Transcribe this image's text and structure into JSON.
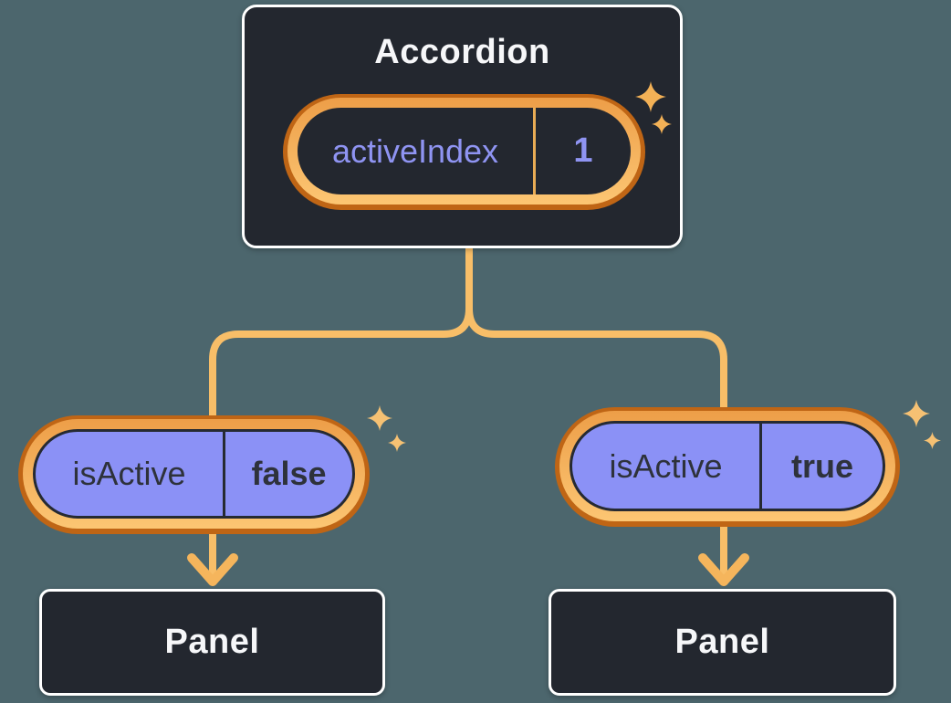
{
  "theme": {
    "bg": "#4C666D",
    "card-bg": "#23272F",
    "card-border": "#FFFFFF",
    "text-light": "#F6F7F9",
    "purple": "#8B91F6",
    "purple-text": "#8F94F2",
    "dark-text": "#2E323B",
    "pill-stroke": "#262A32",
    "ring-dark": "#BF6515",
    "ring-light-top": "#ED9E48",
    "ring-light-bottom": "#FCC673",
    "line": "#F8BE68",
    "arrow": "#F5B55C",
    "divider-orange": "#E9AC55",
    "sparkle-card": "#F3B156",
    "sparkle-pill": "#F6C173"
  },
  "accordion": {
    "title": "Accordion",
    "state": {
      "label": "activeIndex",
      "value": "1"
    }
  },
  "children": [
    {
      "prop": {
        "label": "isActive",
        "value": "false"
      },
      "panel": "Panel"
    },
    {
      "prop": {
        "label": "isActive",
        "value": "true"
      },
      "panel": "Panel"
    }
  ]
}
